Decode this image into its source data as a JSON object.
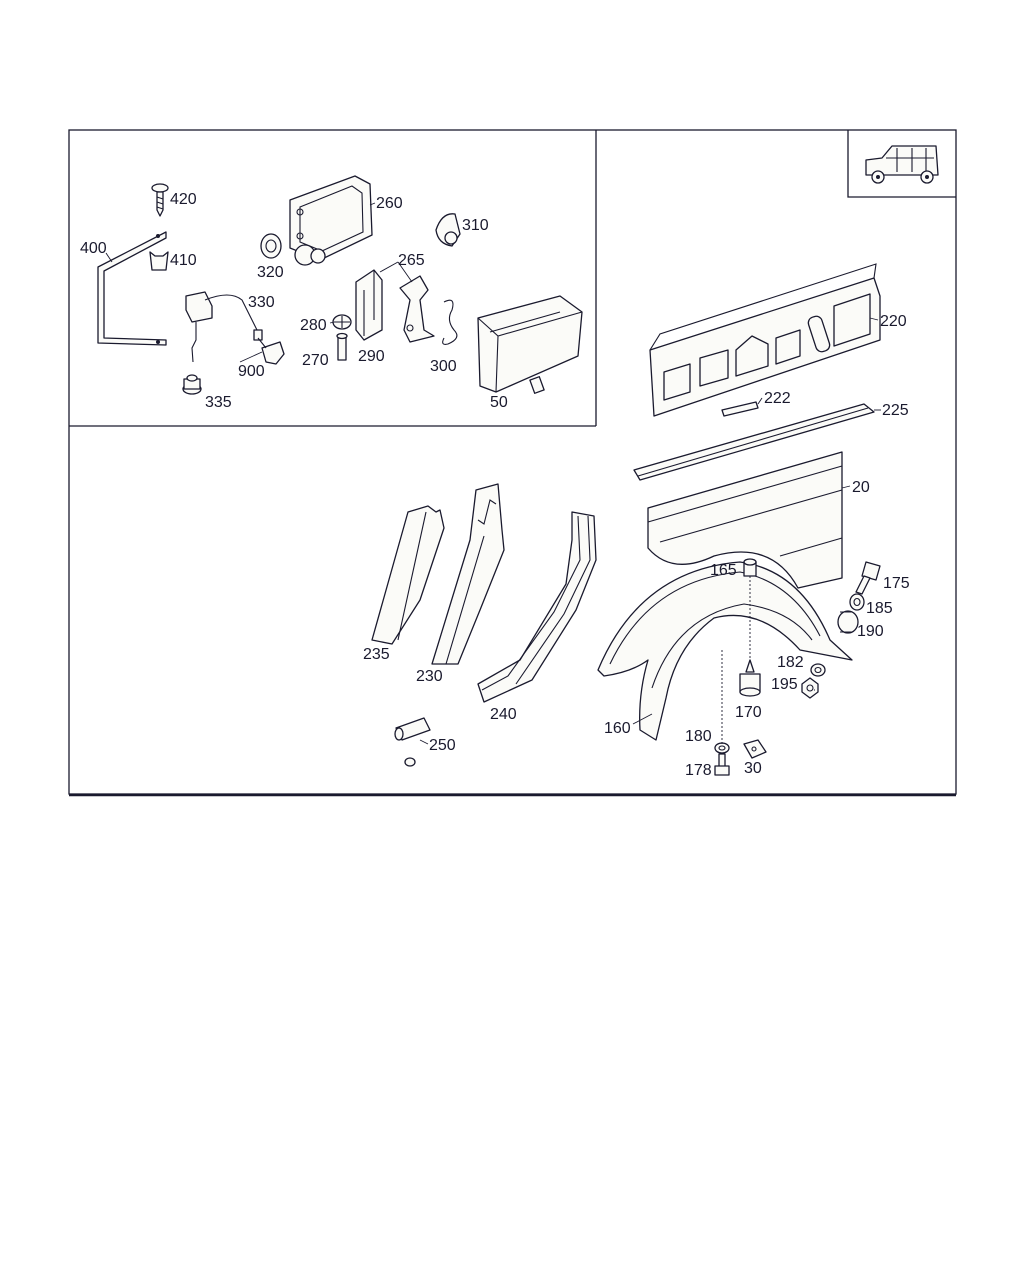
{
  "diagram": {
    "callouts": {
      "p420": "420",
      "p410": "410",
      "p400": "400",
      "p330": "330",
      "p900": "900",
      "p335": "335",
      "p260": "260",
      "p320": "320",
      "p265": "265",
      "p310": "310",
      "p280": "280",
      "p270": "270",
      "p290": "290",
      "p300": "300",
      "p50": "50",
      "p220": "220",
      "p222": "222",
      "p225": "225",
      "p20": "20",
      "p165": "165",
      "p175": "175",
      "p185": "185",
      "p190": "190",
      "p182": "182",
      "p195": "195",
      "p170": "170",
      "p160": "160",
      "p180": "180",
      "p178": "178",
      "p30": "30",
      "p235": "235",
      "p230": "230",
      "p240": "240",
      "p250": "250"
    },
    "thumbnail_icon": "off-road-vehicle-icon",
    "line_color": "#1a1a2e"
  }
}
